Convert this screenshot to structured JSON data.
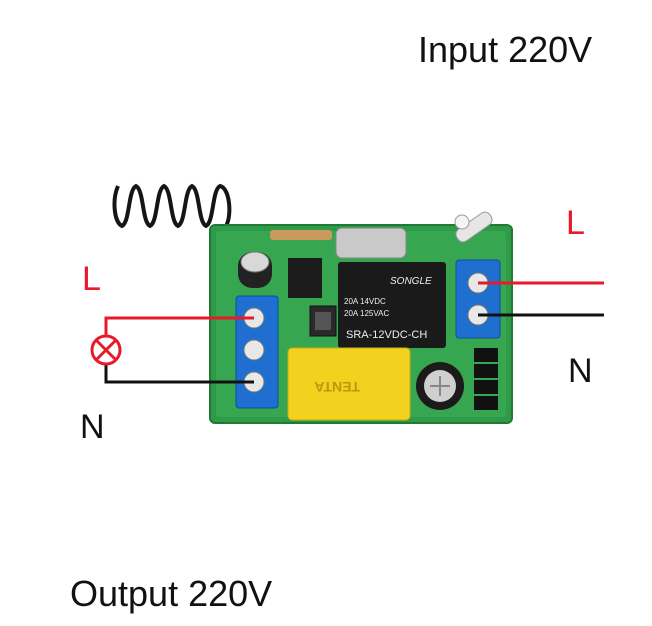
{
  "labels": {
    "input_title": "Input 220V",
    "output_title": "Output 220V",
    "input_live": "L",
    "input_neutral": "N",
    "output_live": "L",
    "output_neutral": "N"
  },
  "relay": {
    "brand": "SONGLE",
    "rating_dc": "20A 14VDC",
    "rating_ac": "20A 125VAC",
    "model": "SRA-12VDC-CH"
  },
  "capacitor_text": "TENTA",
  "colors": {
    "live_wire": "#e8192b",
    "neutral_wire": "#111111",
    "pcb": "#2f9a48",
    "terminal": "#1f6fd1",
    "relay_body": "#1a1a1a",
    "capacitor": "#f2d21f"
  }
}
